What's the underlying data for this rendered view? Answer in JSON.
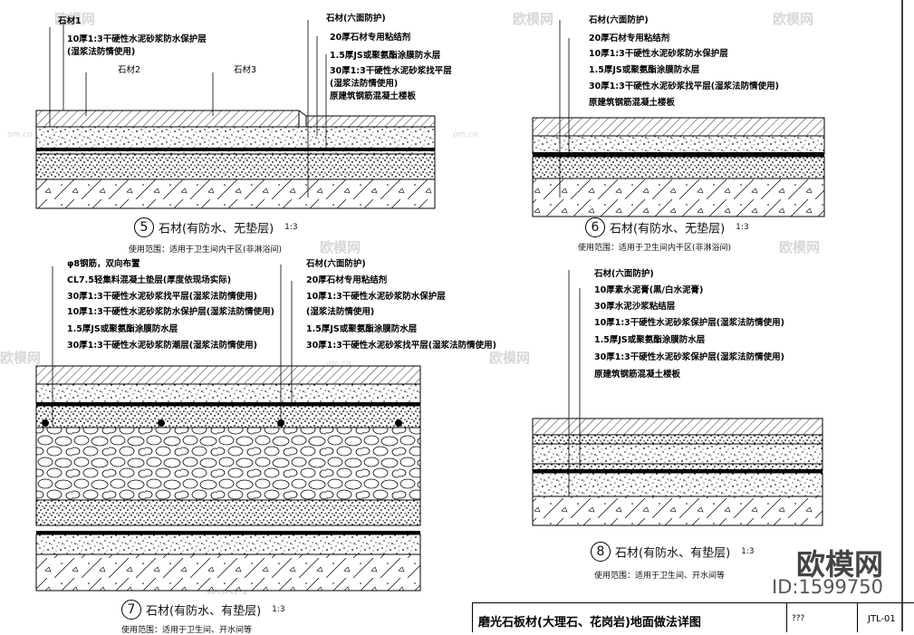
{
  "watermarks": {
    "brand": "欧模网",
    "domain": "om.cn"
  },
  "detail5": {
    "number": "5",
    "title": "石材(有防水、无垫层)",
    "scale": "1:3",
    "usage": "使用范围：适用于卫生间内干区(非淋浴间)",
    "left_labels": [
      "石材1",
      "10厚1:3干硬性水泥砂浆防水保护层",
      "(湿浆法防情使用)",
      "石材2",
      "石材3"
    ],
    "right_labels": [
      "石材(六面防护)",
      "20厚石材专用粘结剂",
      "1.5厚JS或聚氨酯涂膜防水层",
      "30厚1:3干硬性水泥砂浆找平层",
      "(湿浆法防情使用)",
      "原建筑钢筋混凝土楼板"
    ]
  },
  "detail6": {
    "number": "6",
    "title": "石材(有防水、无垫层)",
    "scale": "1:3",
    "usage": "使用范围：适用于卫生间内干区(非淋浴间)",
    "labels": [
      "石材(六面防护)",
      "20厚石材专用粘结剂",
      "10厚1:3干硬性水泥砂浆防水保护层",
      "1.5厚JS或聚氨酯涂膜防水层",
      "30厚1:3干硬性水泥砂浆找平层(湿浆法防情使用)",
      "原建筑钢筋混凝土楼板"
    ]
  },
  "detail7": {
    "number": "7",
    "title": "石材(有防水、有垫层)",
    "scale": "1:3",
    "usage": "使用范围：适用于卫生间、开水间等",
    "left_labels": [
      "φ8钢筋，双向布置",
      "CL7.5轻集料混凝土垫层(厚度依现场实际)",
      "30厚1:3干硬性水泥砂浆找平层(湿浆法防情使用)",
      "10厚1:3干硬性水泥砂浆防水保护层(湿浆法防情使用)",
      "1.5厚JS或聚氨酯涂膜防水层",
      "30厚1:3干硬性水泥砂浆防潮层(湿浆法防情使用)"
    ],
    "right_labels": [
      "石材(六面防护)",
      "20厚石材专用粘结剂",
      "10厚1:3干硬性水泥砂浆防水保护层",
      "(湿浆法防情使用)",
      "1.5厚JS或聚氨酯涂膜防水层",
      "30厚1:3干硬性水泥砂浆找平层(湿浆法防情使用)"
    ]
  },
  "detail8": {
    "number": "8",
    "title": "石材(有防水、有垫层)",
    "scale": "1:3",
    "usage": "使用范围：适用于卫生间、开水间等",
    "labels": [
      "石材(六面防护)",
      "10厚素水泥膏(黑/白水泥膏)",
      "30厚水泥沙浆粘结层",
      "10厚1:3干硬性水泥砂浆保护层(湿浆法防情使用)",
      "1.5厚JS或聚氨酯涂膜防水层",
      "30厚1:3干硬性水泥砂浆保护层(湿浆法防情使用)",
      "原建筑钢筋混凝土楼板"
    ]
  },
  "title_block": {
    "title": "磨光石板材(大理石、花岗岩)地面做法详图",
    "code": "???",
    "sheet": "JTL-01"
  },
  "brand": {
    "name": "欧模网",
    "id": "ID:1599750"
  }
}
